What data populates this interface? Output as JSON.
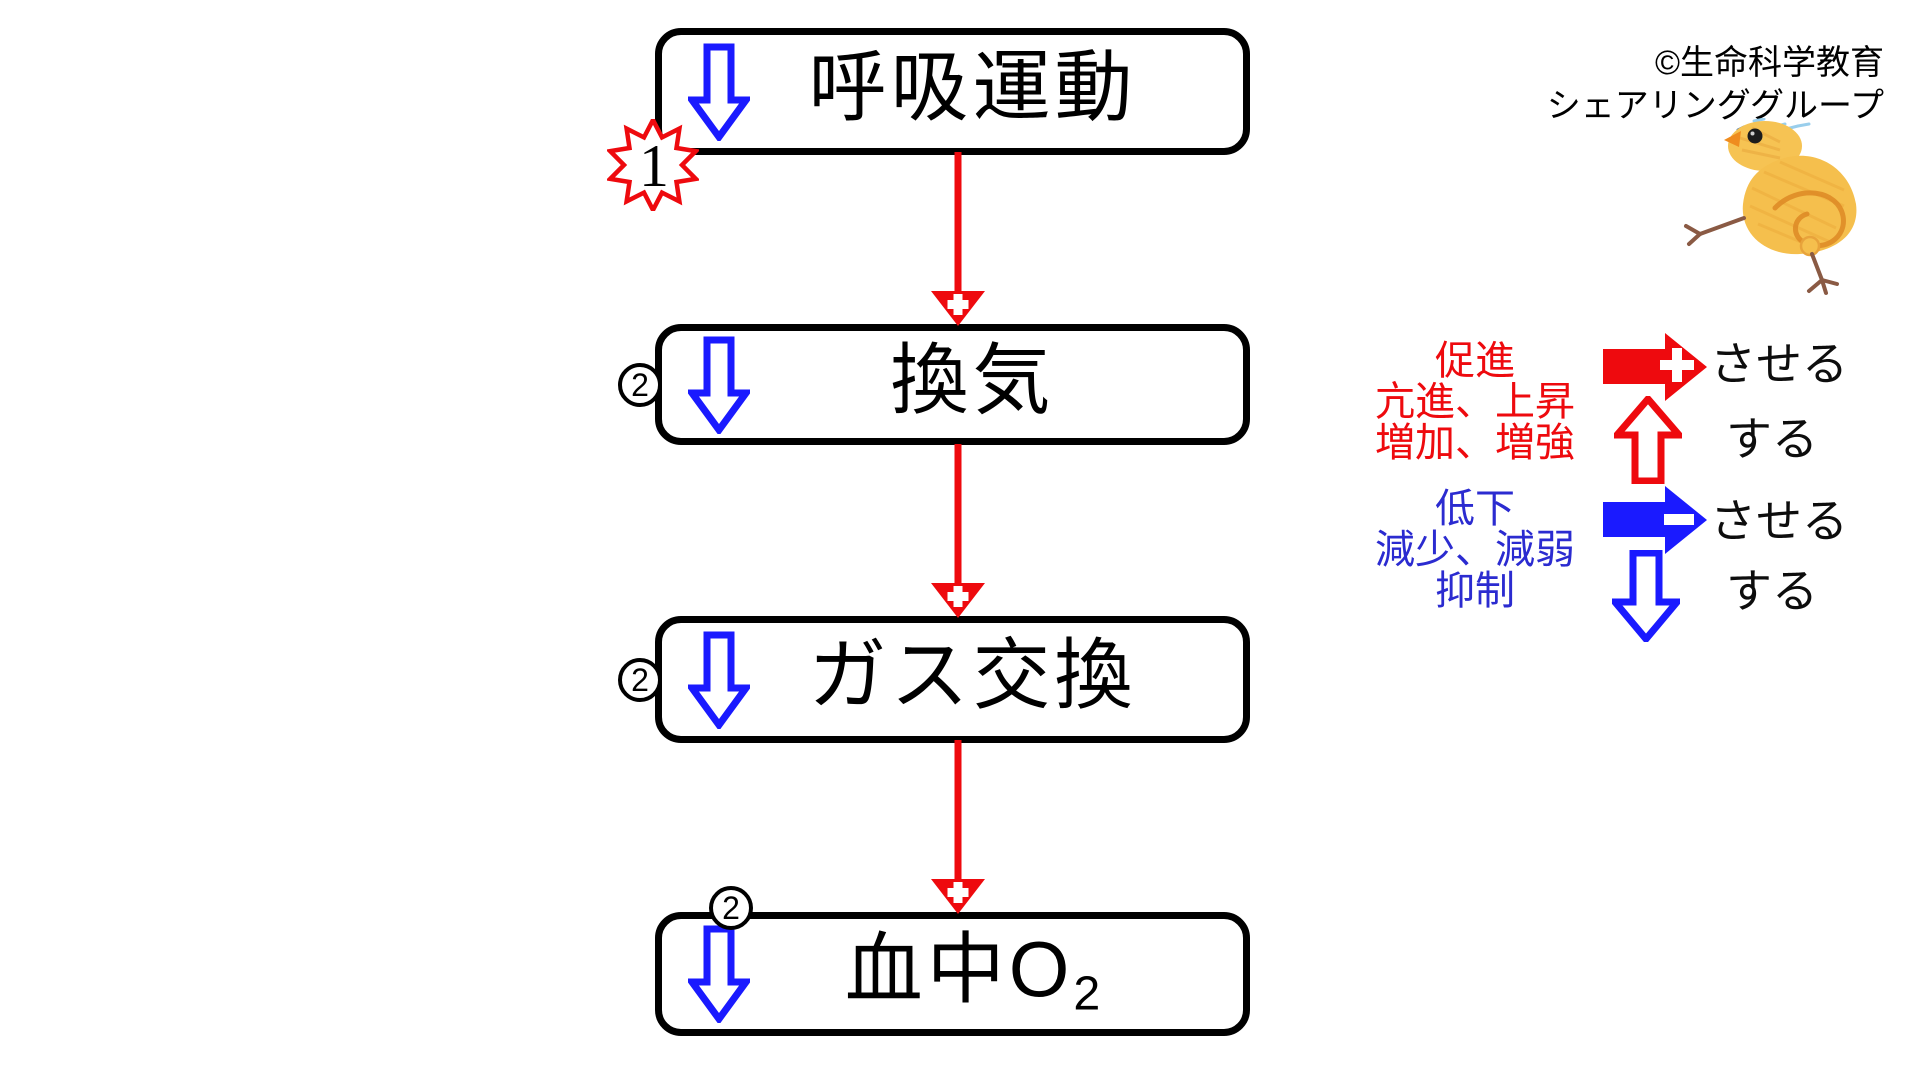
{
  "flow": {
    "boxes": [
      {
        "label": "呼吸運動",
        "sub": "",
        "badge": "1"
      },
      {
        "label": "換気",
        "sub": "",
        "badge": "2"
      },
      {
        "label": "ガス交換",
        "sub": "",
        "badge": "2"
      },
      {
        "label": "血中O",
        "sub": "2",
        "badge": "2"
      }
    ]
  },
  "legend": {
    "increase": {
      "terms": [
        "促進",
        "亢進、上昇",
        "増加、増強"
      ],
      "solid_arrow_label": "させる",
      "hollow_arrow_label": "する"
    },
    "decrease": {
      "terms": [
        "低下",
        "減少、減弱",
        "抑制"
      ],
      "solid_arrow_label": "させる",
      "hollow_arrow_label": "する"
    }
  },
  "credit": {
    "line1": "©生命科学教育",
    "line2": "シェアリンググループ"
  },
  "colors": {
    "promote_red": "#ee0a0e",
    "inhibit_blue": "#1a1aff",
    "inhibit_text_blue": "#2b2bd0",
    "box_border_black": "#000000",
    "background_white": "#ffffff"
  },
  "icons": {
    "blue_hollow_down_arrow": "decrease indicator inside boxes",
    "red_flow_arrow_plus": "downward red arrow with plus arrowhead between boxes",
    "starburst_1": "red star burst numbered 1",
    "circled_2": "circled number 2",
    "red_solid_right_arrow_plus": "promote: させる",
    "red_hollow_up_arrow": "promote: する",
    "blue_solid_right_arrow_minus": "inhibit: させる",
    "blue_hollow_down_arrow_legend": "inhibit: する",
    "chick": "hand-drawn running chick mascot"
  }
}
